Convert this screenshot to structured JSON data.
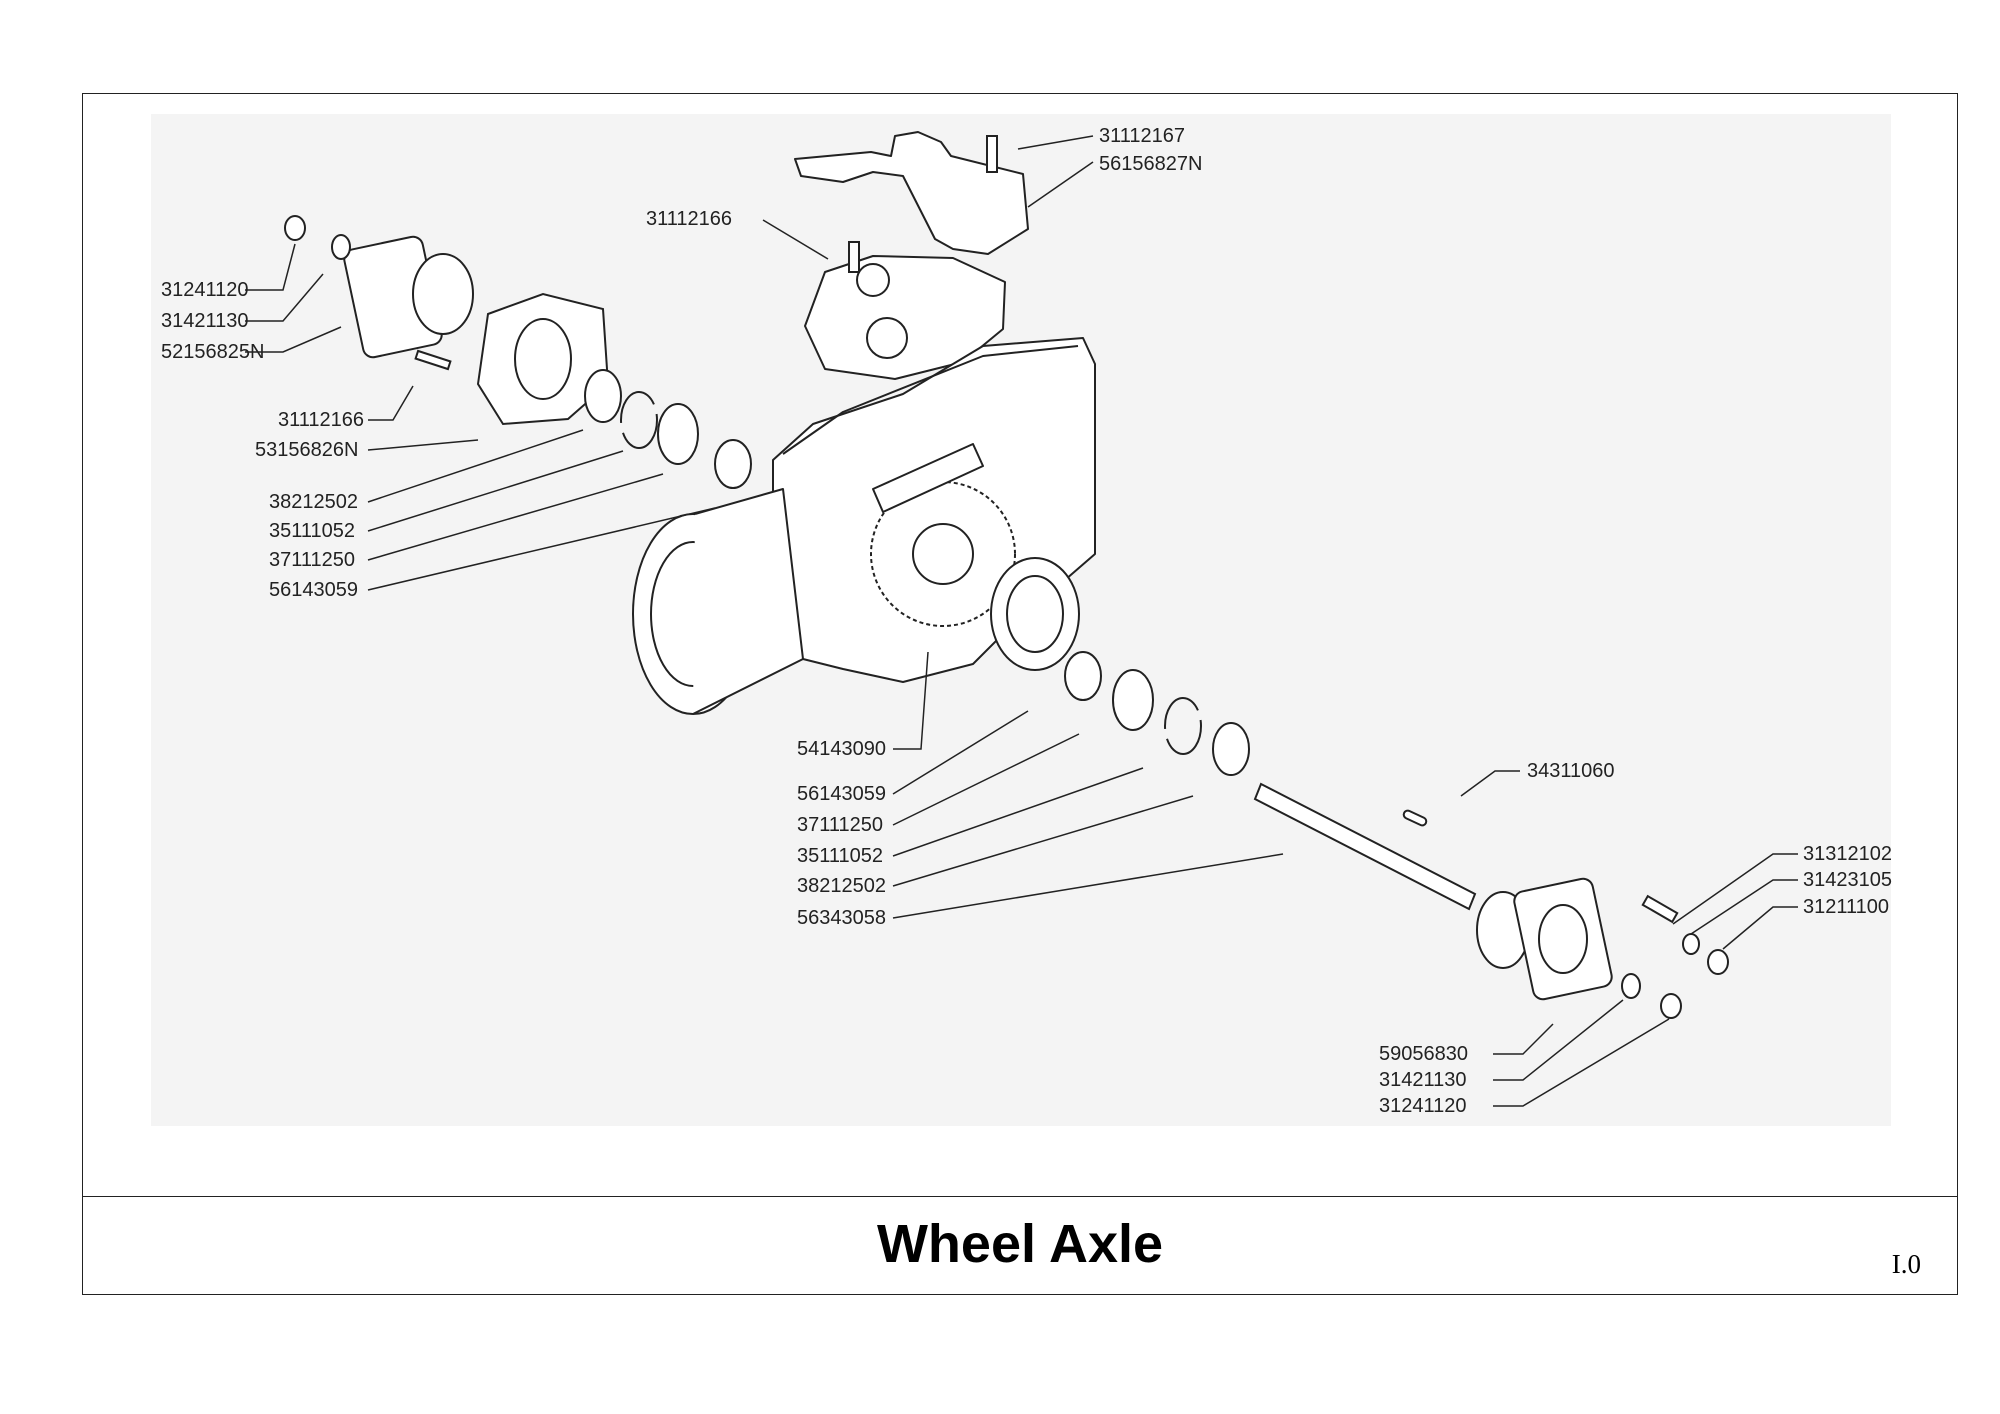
{
  "title": "Wheel Axle",
  "page_code": "I.0",
  "part_labels": [
    "31112167",
    "56156827N",
    "31112166",
    "31241120",
    "31421130",
    "52156825N",
    "31112166",
    "53156826N",
    "38212502",
    "35111052",
    "37111250",
    "56143059",
    "54143090",
    "56143059",
    "37111250",
    "35111052",
    "38212502",
    "56343058",
    "34311060",
    "31312102",
    "31423105",
    "31211100",
    "59056830",
    "31421130",
    "31241120"
  ]
}
